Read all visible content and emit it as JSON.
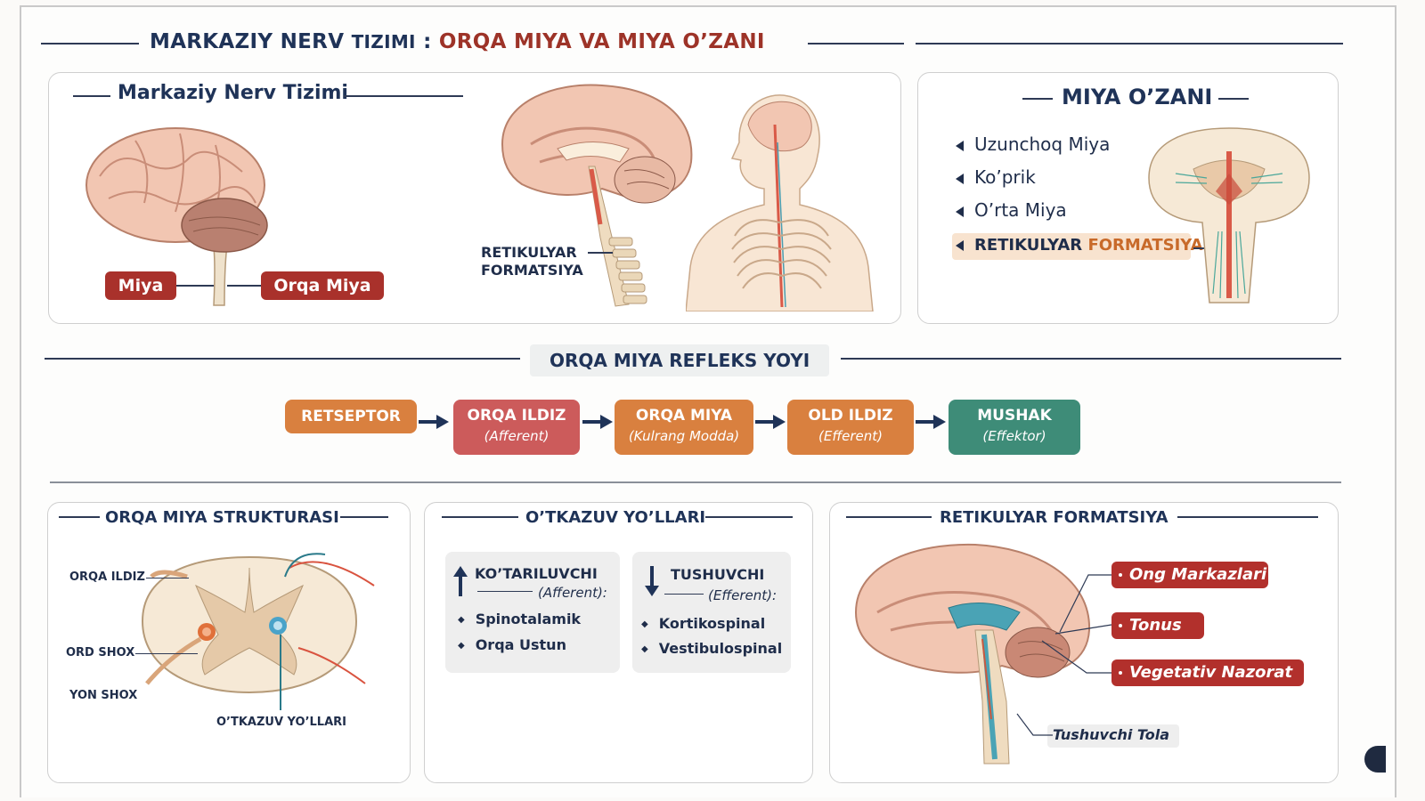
{
  "title": {
    "part1": "MARKAZIY NERV",
    "part2": "TIZIMI",
    "colon": ":",
    "part3": "ORQA MIYA VA MIYA O’ZANI"
  },
  "colors": {
    "navy": "#1f3358",
    "red": "#a9312b",
    "orange": "#d9803f",
    "pink": "#cc5b5b",
    "teal": "#3e8c78",
    "gray_bg": "#eeeeee"
  },
  "cns_panel": {
    "title": "Markaziy Nerv Tizimi",
    "tag_brain": "Miya",
    "tag_spinal": "Orqa Miya",
    "reticular_label_1": "RETIKULYAR",
    "reticular_label_2": "FORMATSIYA"
  },
  "brainstem_panel": {
    "title": "MIYA O’ZANI",
    "items": [
      "Uzunchoq Miya",
      "Ko’prik",
      "O’rta Miya"
    ],
    "highlight_part1": "RETIKULYAR",
    "highlight_part2": "FORMATSIYA"
  },
  "reflex": {
    "title": "ORQA MIYA REFLEKS YOYI",
    "steps": [
      {
        "label": "RETSEPTOR",
        "sub": ""
      },
      {
        "label": "ORQA ILDIZ",
        "sub": "(Afferent)"
      },
      {
        "label": "ORQA MIYA",
        "sub": "(Kulrang Modda)"
      },
      {
        "label": "OLD ILDIZ",
        "sub": "(Efferent)"
      },
      {
        "label": "MUSHAK",
        "sub": "(Effektor)"
      }
    ]
  },
  "structure_panel": {
    "title": "ORQA MIYA STRUKTURASI",
    "labels": {
      "dorsal_root": "ORQA ILDIZ",
      "anterior_horn": "ORD SHOX",
      "lateral_horn": "YON SHOX",
      "tracts": "O’TKAZUV YO’LLARI"
    }
  },
  "pathways_panel": {
    "title": "O’TKAZUV YO’LLARI",
    "ascending": {
      "head": "KO’TARILUVCHI",
      "sub": "(Afferent):",
      "items": [
        "Spinotalamik",
        "Orqa Ustun"
      ]
    },
    "descending": {
      "head": "TUSHUVCHI",
      "sub": "(Efferent):",
      "items": [
        "Kortikospinal",
        "Vestibulospinal"
      ]
    }
  },
  "reticular_panel": {
    "title": "RETIKULYAR FORMATSIYA",
    "tags": [
      "Ong Markazlari",
      "Tonus",
      "Vegetativ Nazorat"
    ],
    "fiber_label": "Tushuvchi Tola"
  }
}
